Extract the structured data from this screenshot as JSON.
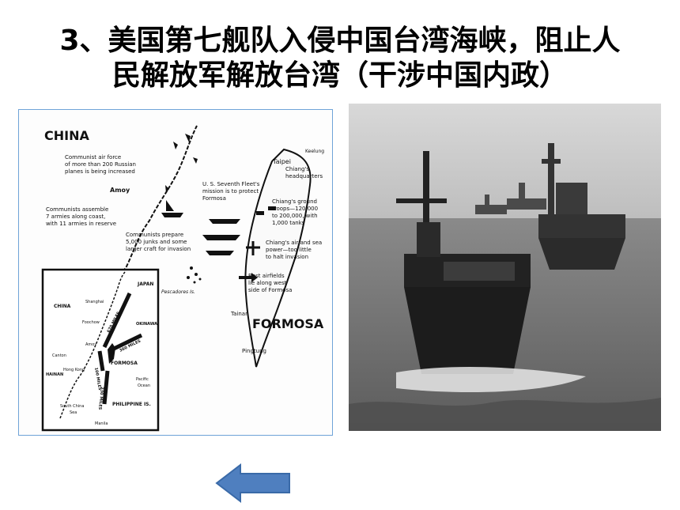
{
  "slide": {
    "title_line1": "3、美国第七舰队入侵中国台湾海峡，阻止人",
    "title_line2": "民解放军解放台湾（干涉中国内政）"
  },
  "map": {
    "label_china": "CHINA",
    "label_formosa": "FORMOSA",
    "note_air_force_1": "Communist air force",
    "note_air_force_2": "of more than 200 Russian",
    "note_air_force_3": "planes is being increased",
    "note_armies_1": "Communists assemble",
    "note_armies_2": "7 armies along coast,",
    "note_armies_3": "with 11 armies in reserve",
    "label_amoy": "Amoy",
    "note_junks_1": "Communists prepare",
    "note_junks_2": "5,000 junks and some",
    "note_junks_3": "larger craft for invasion",
    "note_fleet_1": "U. S. Seventh Fleet's",
    "note_fleet_2": "mission is to protect",
    "note_fleet_3": "Formosa",
    "label_keelung": "Keelung",
    "label_taipei": "Taipei",
    "note_hq_1": "Chiang's",
    "note_hq_2": "headquarters",
    "note_ground_1": "Chiang's ground",
    "note_ground_2": "troops—120,000",
    "note_ground_3": "to 200,000, with",
    "note_ground_4": "1,000 tanks",
    "note_air_sea_1": "Chiang's air and sea",
    "note_air_sea_2": "power—too little",
    "note_air_sea_3": "to halt invasion",
    "label_pescadores": "Pescadores Is.",
    "note_airfields_1": "Best airfields",
    "note_airfields_2": "lie along west",
    "note_airfields_3": "side of Formosa",
    "label_tainan": "Tainan",
    "label_pingtung": "Pingtung",
    "inset": {
      "label_china": "CHINA",
      "label_japan": "JAPAN",
      "label_shanghai": "Shanghai",
      "label_foochow": "Foochow",
      "label_okinawa": "OKINAWA",
      "label_amoy": "Amoy",
      "label_canton": "Canton",
      "label_hongkong": "Hong Kong",
      "label_formosa": "FORMOSA",
      "label_hainan": "HAINAN",
      "label_pacific_1": "Pacific",
      "label_pacific_2": "Ocean",
      "label_scs_1": "South China",
      "label_scs_2": "Sea",
      "label_philippine": "PHILIPPINE IS.",
      "label_manila": "Manila",
      "miles_670": "670 MILES",
      "miles_360": "360 MILES",
      "miles_100": "100 MILES",
      "miles_230": "230 MILES"
    }
  },
  "nav": {
    "back_arrow_color": "#4f7fbf"
  }
}
